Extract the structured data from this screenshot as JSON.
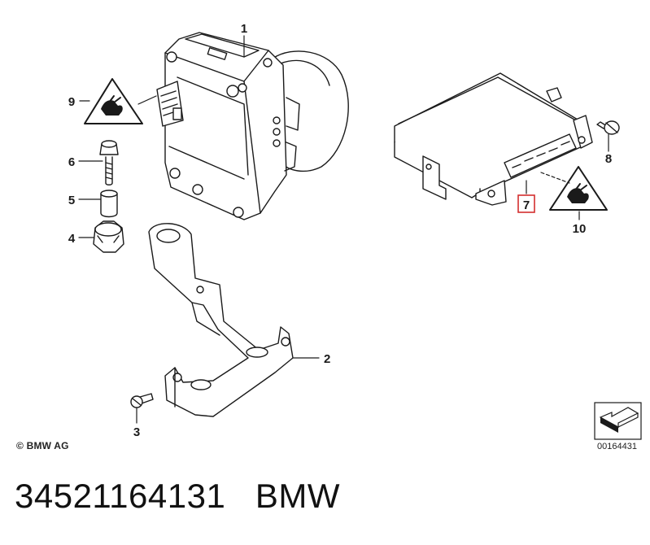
{
  "callouts": {
    "c1": "1",
    "c2": "2",
    "c3": "3",
    "c4": "4",
    "c5": "5",
    "c6": "6",
    "c7": "7",
    "c8": "8",
    "c9": "9",
    "c10": "10"
  },
  "copyright": "© BMW AG",
  "diagram_number": "00164431",
  "footer": {
    "part_number": "34521164131",
    "brand": "BMW"
  },
  "colors": {
    "highlight": "#d32f2f",
    "line": "#1a1a1a",
    "fill": "#ffffff"
  }
}
